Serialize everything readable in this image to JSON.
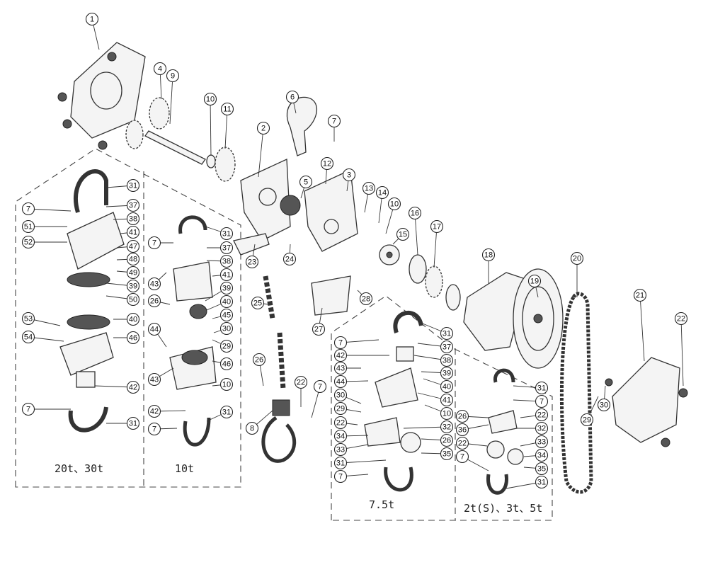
{
  "title": "Chain hoist exploded parts diagram",
  "main_callouts": [
    "1",
    "4",
    "9",
    "10",
    "11",
    "2",
    "6",
    "7",
    "12",
    "5",
    "3",
    "13",
    "14",
    "10",
    "15",
    "16",
    "17",
    "18",
    "19",
    "20",
    "21",
    "22",
    "23",
    "24",
    "25",
    "27",
    "28",
    "26",
    "22",
    "7",
    "8",
    "29",
    "30"
  ],
  "sections": [
    {
      "label": "20t、30t",
      "callouts": [
        "31",
        "7",
        "37",
        "51",
        "38",
        "41",
        "52",
        "47",
        "48",
        "49",
        "39",
        "50",
        "53",
        "40",
        "54",
        "46",
        "42",
        "7",
        "31"
      ]
    },
    {
      "label": "10t",
      "callouts": [
        "31",
        "7",
        "37",
        "38",
        "43",
        "41",
        "39",
        "40",
        "26",
        "45",
        "30",
        "44",
        "29",
        "46",
        "43",
        "10",
        "42",
        "7",
        "31"
      ]
    },
    {
      "label": "7.5t",
      "callouts": [
        "31",
        "7",
        "37",
        "42",
        "38",
        "43",
        "39",
        "44",
        "40",
        "41",
        "30",
        "29",
        "10",
        "22",
        "32",
        "34",
        "26",
        "33",
        "35",
        "31",
        "7"
      ]
    },
    {
      "label": "2t(S)、3t、5t",
      "callouts": [
        "31",
        "7",
        "26",
        "22",
        "36",
        "32",
        "33",
        "22",
        "34",
        "7",
        "35",
        "31"
      ]
    }
  ]
}
